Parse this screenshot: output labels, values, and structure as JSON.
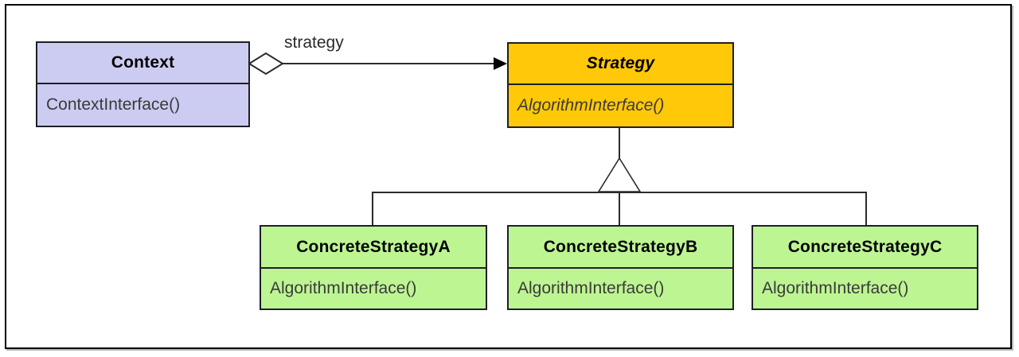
{
  "diagram": {
    "kind": "uml-class-diagram",
    "pattern": "Strategy"
  },
  "association": {
    "label": "strategy",
    "from": "Context",
    "to": "Strategy",
    "type": "aggregation"
  },
  "classes": {
    "context": {
      "name": "Context",
      "method": "ContextInterface()"
    },
    "strategy": {
      "name": "Strategy",
      "method": "AlgorithmInterface()"
    },
    "concrete_a": {
      "name": "ConcreteStrategyA",
      "method": "AlgorithmInterface()"
    },
    "concrete_b": {
      "name": "ConcreteStrategyB",
      "method": "AlgorithmInterface()"
    },
    "concrete_c": {
      "name": "ConcreteStrategyC",
      "method": "AlgorithmInterface()"
    }
  },
  "icons": {
    "aggregation": "hollow-diamond",
    "association_arrow": "filled-right-arrow",
    "inheritance": "hollow-triangle"
  },
  "colors": {
    "context_fill": "#ccccf2",
    "strategy_fill": "#ffc808",
    "concrete_fill": "#bdf593",
    "line": "#2b2b2b",
    "frame_border": "#000000"
  }
}
